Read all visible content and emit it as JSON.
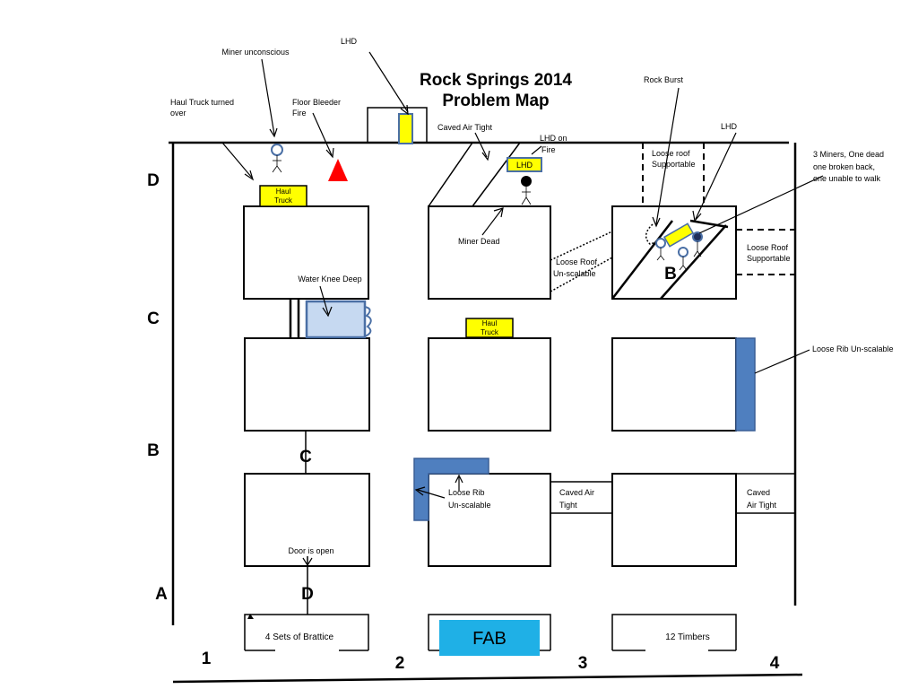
{
  "title": {
    "line1": "Rock Springs 2014",
    "line2": "Problem Map"
  },
  "rows": [
    "A",
    "B",
    "C",
    "D"
  ],
  "columns": [
    "1",
    "2",
    "3",
    "4"
  ],
  "labels": {
    "miner_unconscious": "Miner unconscious",
    "lhd_top": "LHD",
    "haul_truck_over_1": "Haul Truck turned",
    "haul_truck_over_2": "over",
    "floor_bleeder_1": "Floor Bleeder",
    "floor_bleeder_2": "Fire",
    "caved_air_tight_top": "Caved Air Tight",
    "lhd_on_fire_1": "LHD on",
    "lhd_on_fire_2": "Fire",
    "rock_burst": "Rock Burst",
    "lhd_right": "LHD",
    "three_miners_1": "3 Miners, One dead",
    "three_miners_2": "one broken back,",
    "three_miners_3": "one unable to walk",
    "loose_roof_supportable_top_1": "Loose roof",
    "loose_roof_supportable_top_2": "Supportable",
    "loose_roof_supportable_right_1": "Loose Roof",
    "loose_roof_supportable_right_2": "Supportable",
    "miner_dead": "Miner Dead",
    "loose_roof_unscalable_1": "Loose Roof",
    "loose_roof_unscalable_2": "Un-scalable",
    "water_knee_deep": "Water Knee Deep",
    "loose_rib_unscalable_right": "Loose Rib Un-scalable",
    "loose_rib_1": "Loose Rib",
    "loose_rib_2": "Un-scalable",
    "caved_air_tight_mid_1": "Caved Air",
    "caved_air_tight_mid_2": "Tight",
    "caved_air_tight_right_1": "Caved",
    "caved_air_tight_right_2": "Air Tight",
    "door_is_open": "Door is open",
    "brattice": "4 Sets of Brattice",
    "timbers": "12 Timbers",
    "fab": "FAB",
    "haul_truck_tag_1": "Haul",
    "haul_truck_tag_2": "Truck",
    "lhd_tag": "LHD",
    "letter_b": "B",
    "letter_c": "C",
    "letter_d": "D"
  },
  "colors": {
    "equipment": "#ffff00",
    "equipment_border": "#4a6fa5",
    "fire": "#ff0000",
    "rib": "#4f7fbf",
    "water": "#c6d9f1",
    "fab": "#1fb0e6",
    "miner_head": "#4a6fa5"
  }
}
